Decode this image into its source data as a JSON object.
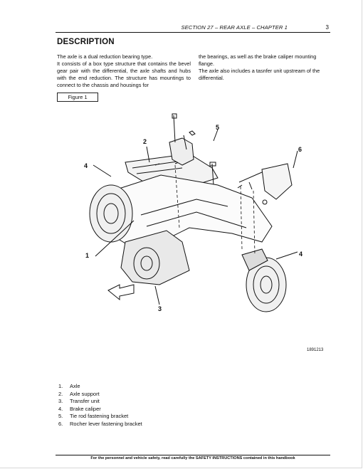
{
  "header": {
    "section": "SECTION 27 – REAR AXLE – CHAPTER 1",
    "page_number": "3"
  },
  "title": "DESCRIPTION",
  "body": {
    "left_column": [
      "The axle is a dual reduction bearing type.",
      "It consists of a box type structure that contains the bevel gear pair with the differential, the axle shafts and hubs with the end reduction. The structure has mountings to connect to the chassis and housings for"
    ],
    "right_column": [
      "the bearings, as well as the brake caliper mounting flange.",
      "The axle also includes a tasnfer unit upstream of the differential."
    ]
  },
  "figure": {
    "label": "Figure 1",
    "code": "1891213",
    "callouts": [
      "1",
      "2",
      "3",
      "4",
      "4",
      "5",
      "6"
    ]
  },
  "legend": [
    {
      "num": "1.",
      "text": "Axle"
    },
    {
      "num": "2.",
      "text": "Axle support"
    },
    {
      "num": "3.",
      "text": "Transfer unit"
    },
    {
      "num": "4.",
      "text": "Brake caliper"
    },
    {
      "num": "5.",
      "text": "Tie rod fastening bracket"
    },
    {
      "num": "6.",
      "text": "Rocher lever fastening bracket"
    }
  ],
  "footer": "For the personnel and vehicle safety, read carefully the SAFETY INSTRUCTIONS contained in this handbook"
}
